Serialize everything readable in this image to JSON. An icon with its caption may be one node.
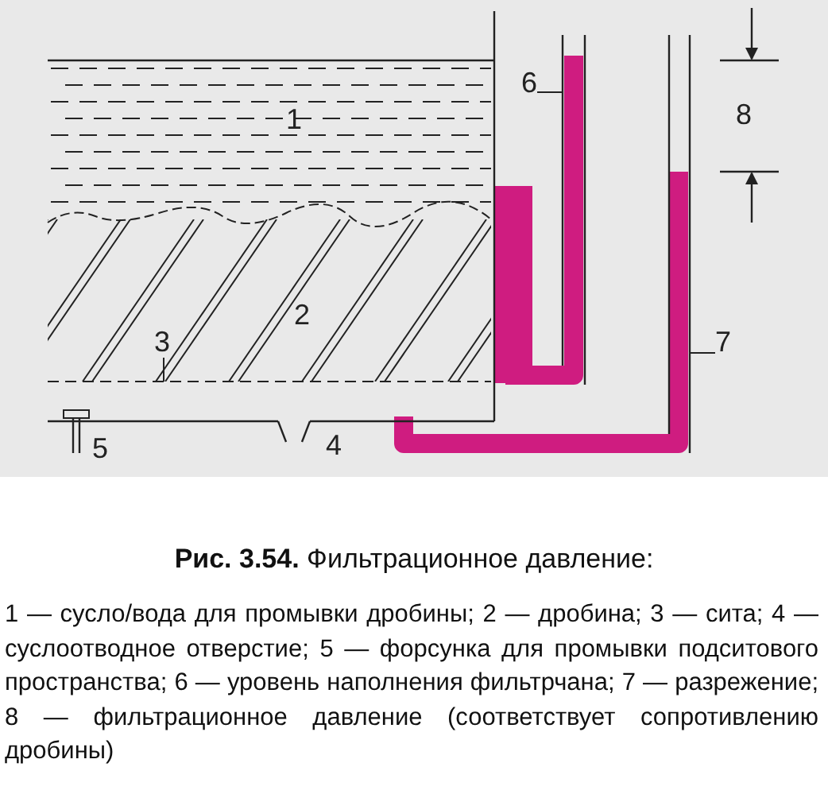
{
  "diagram": {
    "caption": "**Рис. 3.54.** Фильтрационное давление:",
    "nodes": [
      {
        "text": [
          "6"
        ]
      },
      {
        "text": [
          "7"
        ]
      },
      {
        "text": [
          "3"
        ]
      }
    ],
    "edges": [
      {
        "from": 0,
        "to": null,
        "arrow": "none"
      },
      {
        "from": 1,
        "to": null,
        "arrow": "none"
      },
      {
        "from": 2,
        "to": null,
        "arrow": "none"
      }
    ],
    "labels": [
      "8",
      "1",
      "2",
      "5",
      "4",
      "1 — сусло/вода для промывки дробины; 2 — дробина; 3 — сита; 4 — суслоотводное отверстие; 5 — форсунка для промывки подситового пространства; 6 — уровень наполнения фильтрчана; 7 — разрежение; 8 — фильтрационное давление (соответствует сопротивлению дробины)"
    ]
  }
}
